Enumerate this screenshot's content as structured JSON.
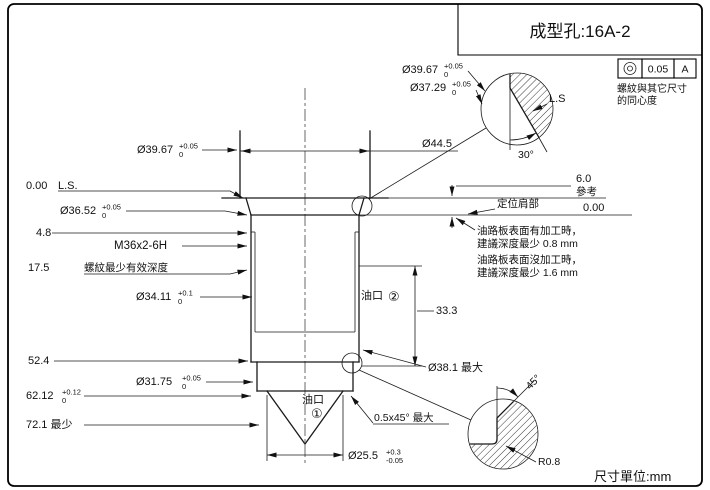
{
  "title_block": {
    "title": "成型孔:16A-2"
  },
  "footer": {
    "units": "尺寸單位:mm"
  },
  "fcf": {
    "symbol": "◎",
    "tolerance": "0.05",
    "datum": "A",
    "note_line1": "螺紋與其它尺寸",
    "note_line2": "的同心度"
  },
  "detail_top": {
    "dia1_main": "Ø39.67",
    "dia1_sup": "+0.05",
    "dia1_sub": "0",
    "dia2_main": "Ø37.29",
    "dia2_sup": "+0.05",
    "dia2_sub": "0",
    "label_ls": "L.S",
    "angle": "30°"
  },
  "detail_bottom": {
    "angle": "45°",
    "radius": "R0.8"
  },
  "left_dims": {
    "datum": "0.00",
    "datum_suffix": "L.S.",
    "dia_3967_main": "Ø39.67",
    "dia_3967_sup": "+0.05",
    "dia_3967_sub": "0",
    "dia_3652_main": "Ø36.52",
    "dia_3652_sup": "+0.05",
    "dia_3652_sub": "0",
    "depth1": "4.8",
    "thread_spec": "M36x2-6H",
    "depth2": "17.5",
    "thread_depth_note": "螺紋最少有效深度",
    "dia_3411_main": "Ø34.11",
    "dia_3411_sup": "+0.1",
    "dia_3411_sub": "0",
    "depth3": "52.4",
    "dia_3175_main": "Ø31.75",
    "dia_3175_sup": "+0.05",
    "dia_3175_sub": "0",
    "depth4_main": "62.12",
    "depth4_sup": "+0.12",
    "depth4_sub": "0",
    "depth5": "72.1 最少"
  },
  "right_dims": {
    "dia_445": "Ø44.5",
    "ref_value": "6.0",
    "ref_word": "參考",
    "shoulder": "定位肩部",
    "datum": "0.00",
    "note_line1": "油路板表面有加工時，",
    "note_line2": "建議深度最少 0.8 mm",
    "note_line3": "油路板表面沒加工時，",
    "note_line4": "建議深度最少 1.6 mm",
    "length_333": "33.3",
    "dia_381": "Ø38.1 最大",
    "chamfer": "0.5x45° 最大",
    "dia_255_main": "Ø25.5",
    "dia_255_sup": "+0.3",
    "dia_255_sub": "-0.05"
  },
  "ports": {
    "port2_label": "油口",
    "port2_num": "②",
    "port1_label": "油口",
    "port1_num": "①"
  }
}
